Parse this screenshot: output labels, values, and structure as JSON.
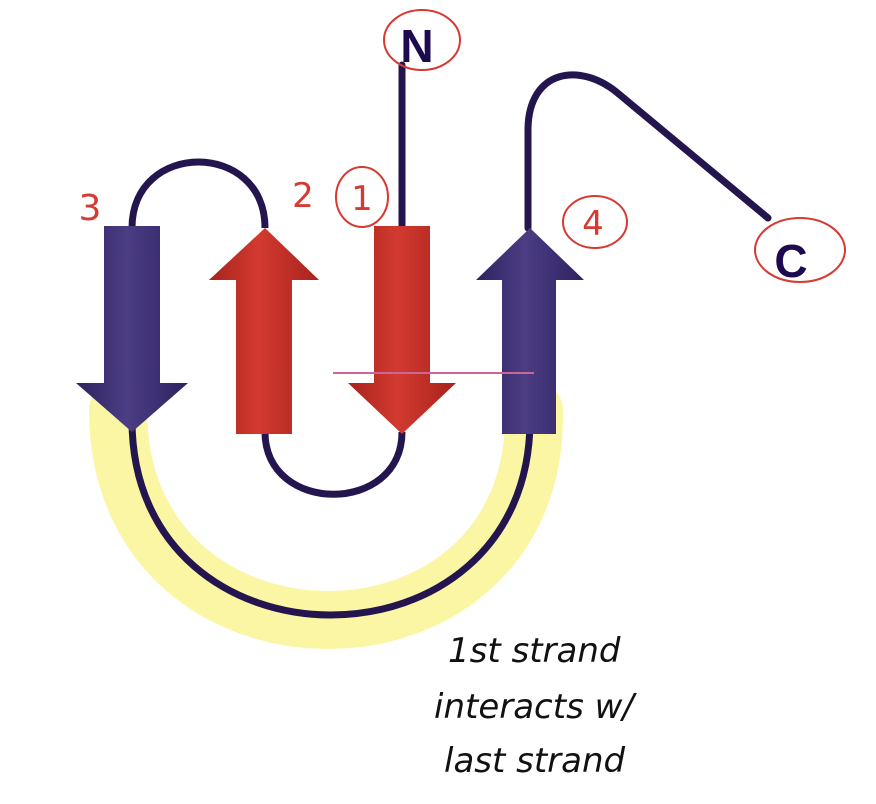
{
  "diagram": {
    "n_terminus": "N",
    "c_terminus": "C",
    "strand_numbers": {
      "first": "1",
      "second": "2",
      "third": "3",
      "fourth": "4"
    },
    "annotation_lines": [
      "1st strand",
      "interacts w/",
      "last strand"
    ],
    "colors": {
      "strand_dark": "#3a2a6e",
      "strand_red": "#bf2a22",
      "loop": "#24154f",
      "highlight": "#fbf6a4",
      "pen_red": "#d63a32",
      "guide_line": "#cc6699"
    }
  }
}
